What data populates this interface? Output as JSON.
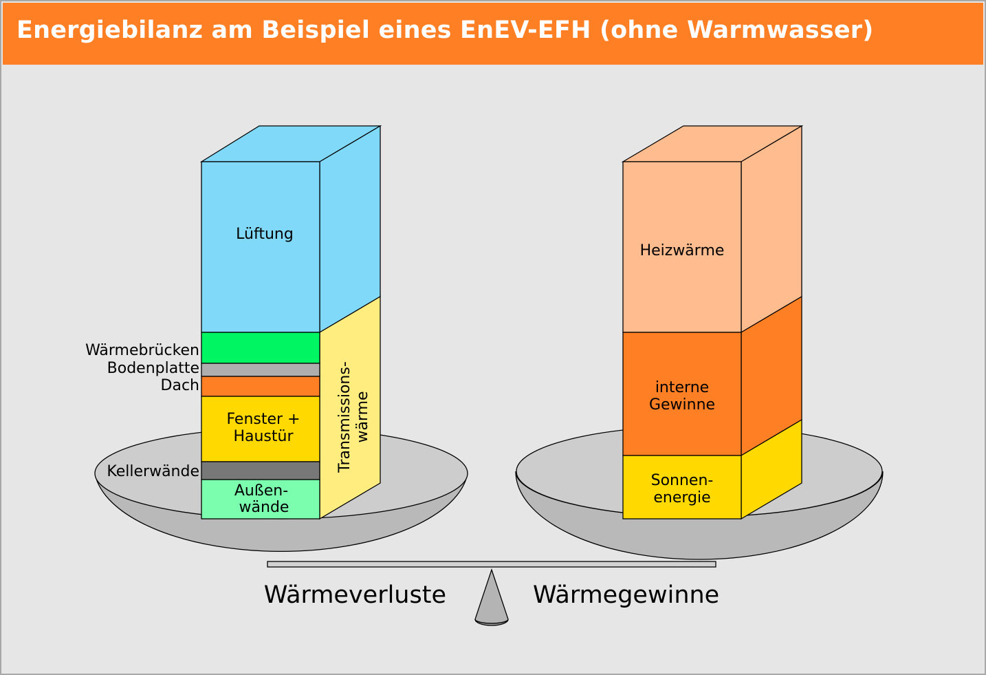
{
  "title": "Energiebilanz am Beispiel eines EnEV-EFH (ohne Warmwasser)",
  "left_column": {
    "label": "Wärmeverluste",
    "segments": [
      {
        "name": "Lüftung",
        "color": "#80d9f9"
      },
      {
        "name": "Wärmebrücken",
        "color": "#00f563"
      },
      {
        "name": "Bodenplatte",
        "color": "#aeaeae"
      },
      {
        "name": "Dach",
        "color": "#ff7f24"
      },
      {
        "name": "Fenster + Haustür",
        "line1": "Fenster +",
        "line2": "Haustür",
        "color": "#ffd900"
      },
      {
        "name": "Kellerwände",
        "color": "#787878"
      },
      {
        "name": "Außenwände",
        "line1": "Außen-",
        "line2": "wände",
        "color": "#7bffae"
      }
    ],
    "side_label": {
      "line1": "Transmissions-",
      "line2": "wärme",
      "color": "#ffed80"
    }
  },
  "right_column": {
    "label": "Wärmegewinne",
    "segments": [
      {
        "name": "Heizwärme",
        "color": "#ffbd8f"
      },
      {
        "name": "interne Gewinne",
        "line1": "interne",
        "line2": "Gewinne",
        "color": "#ff7f24"
      },
      {
        "name": "Sonnenenergie",
        "line1": "Sonnen-",
        "line2": "energie",
        "color": "#ffd900"
      }
    ]
  },
  "colors": {
    "title_bar": "#ff7f24",
    "background": "#e6e6e6",
    "bowl_rim": "#cdcdcd",
    "bowl_body": "#b9b9b9",
    "beam": "#d2d2d2",
    "pivot": "#b4b4b4"
  }
}
